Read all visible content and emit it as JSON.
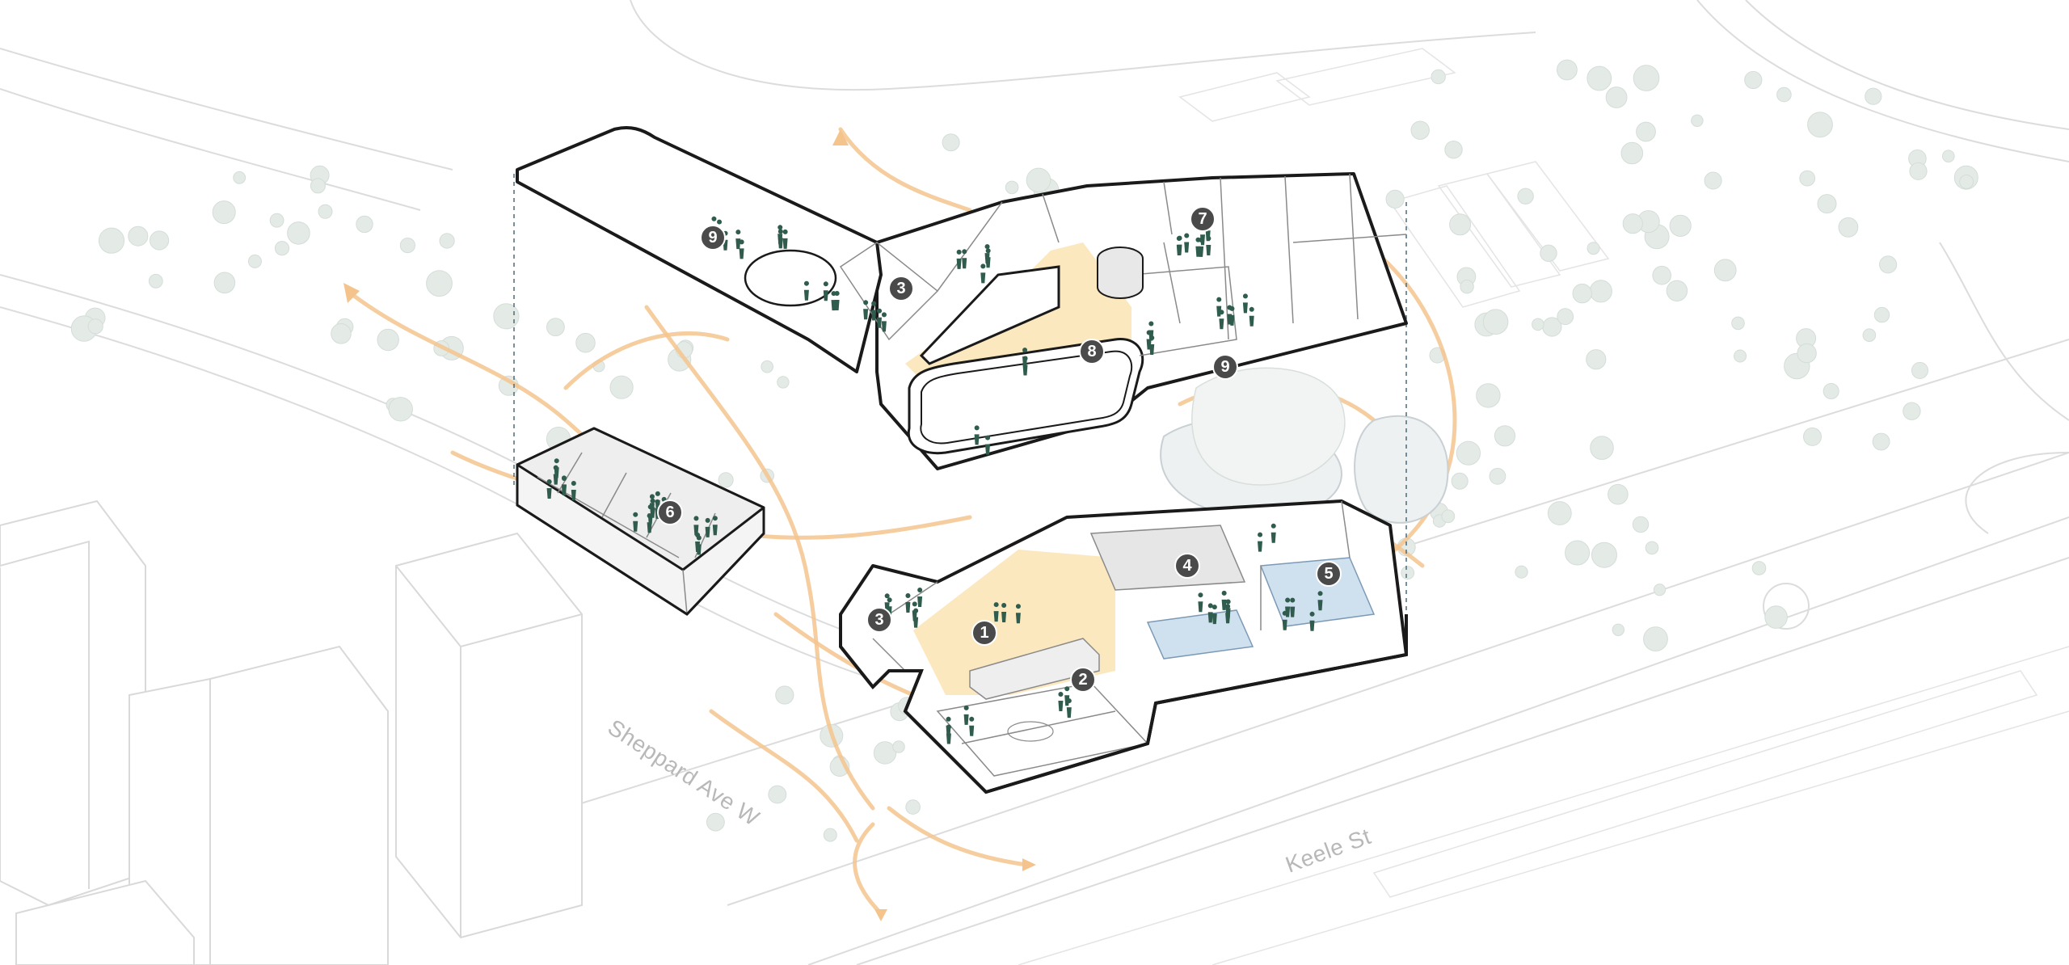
{
  "streets": {
    "sheppard": "Sheppard Ave W",
    "keele": "Keele St"
  },
  "markers": {
    "m1": "1",
    "m2": "2",
    "m3_upper": "3",
    "m3_lower": "3",
    "m4": "4",
    "m5": "5",
    "m6": "6",
    "m7": "7",
    "m8": "8",
    "m9_left": "9",
    "m9_right": "9"
  },
  "colors": {
    "outline": "#1a1a1a",
    "pathway": "#f5c48d",
    "plaza": "#fbe8bf",
    "court": "#cfe0ef",
    "people": "#2f5c4d",
    "marker": "#4a4a4a"
  }
}
